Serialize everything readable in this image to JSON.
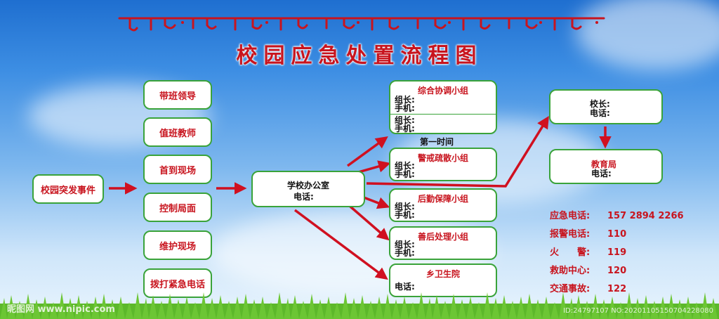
{
  "title": "校园应急处置流程图",
  "tibetan_banner": "",
  "start_node": "校园突发事件",
  "left_steps": [
    "带班领导",
    "值班教师",
    "首到现场",
    "控制局面",
    "维护现场",
    "拨打紧急电话"
  ],
  "office": {
    "name": "学校办公室",
    "phone_label": "电话:"
  },
  "first_time_label": "第一时间",
  "groups": [
    {
      "title": "综合协调小组",
      "fields": [
        "组长:",
        "手机:",
        "组长:",
        "手机:"
      ]
    },
    {
      "title": "警戒疏散小组",
      "fields": [
        "组长:",
        "手机:"
      ]
    },
    {
      "title": "后勤保障小组",
      "fields": [
        "组长:",
        "手机:"
      ]
    },
    {
      "title": "善后处理小组",
      "fields": [
        "组长:",
        "手机:"
      ]
    },
    {
      "title": "乡卫生院",
      "fields": [
        "电话:"
      ]
    }
  ],
  "principal": {
    "title": "校长:",
    "phone_label": "电话:"
  },
  "edu_bureau": {
    "title": "教育局",
    "phone_label": "电话:"
  },
  "phones": [
    {
      "label": "应急电话:",
      "value": "157 2894 2266"
    },
    {
      "label": "报警电话:",
      "value": "110"
    },
    {
      "label": "火　　警:",
      "value": "119"
    },
    {
      "label": "救助中心:",
      "value": "120"
    },
    {
      "label": "交通事故:",
      "value": "122"
    }
  ],
  "watermark_left": "昵图网 www.nipic.com",
  "watermark_right": "ID:24797107 NO:20201105150704228080",
  "colors": {
    "accent": "#c8141e",
    "border": "#3aa33a",
    "sky": "#3d8ee3"
  }
}
